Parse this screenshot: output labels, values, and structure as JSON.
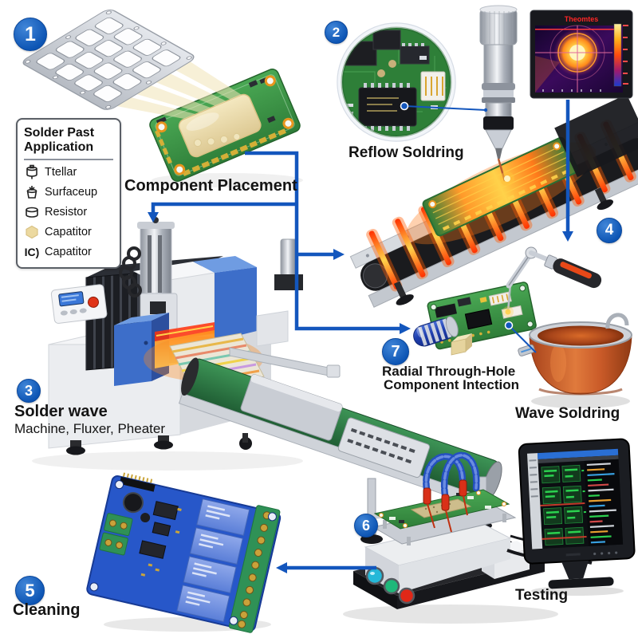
{
  "legend": {
    "title_line1": "Solder Past",
    "title_line2": "Application",
    "items": [
      {
        "icon": "paste-dispenser-icon",
        "label": "Ttellar"
      },
      {
        "icon": "paste-cup-icon",
        "label": "Surfaceup"
      },
      {
        "icon": "paste-cylinder-icon",
        "label": "Resistor"
      },
      {
        "icon": "paste-pad-icon",
        "label": "Capatitor"
      },
      {
        "icon": "ic-text-icon",
        "icon_text": "IC)",
        "label": "Capatitor"
      }
    ]
  },
  "steps": [
    {
      "number": "1"
    },
    {
      "number": "2",
      "label": "Reflow Soldring"
    },
    {
      "number": "3",
      "title": "Solder wave",
      "subtitle": "Machine, Fluxer, Pheater"
    },
    {
      "number": "4"
    },
    {
      "number": "5",
      "label": "Cleaning"
    },
    {
      "number": "6",
      "label": "Testing"
    },
    {
      "number": "7",
      "label_line1": "Radial Through-Hole",
      "label_line2": "Component Intection"
    }
  ],
  "labels": {
    "component_placement": "Component Placement",
    "wave_soldering": "Wave Soldring"
  },
  "thermal": {
    "title": "Theomtes"
  },
  "colors": {
    "step_badge_blue": "#0d55b4",
    "arrow_blue": "#1356bd",
    "pcb_green": "#3b9944",
    "solder_paste_beige": "#ead9a6",
    "heat_glow_orange": "#ff7a1a",
    "solder_pot_orange": "#c95a28",
    "relay_board_blue": "#2853c8",
    "machine_accent_blue": "#3d6ec9"
  }
}
